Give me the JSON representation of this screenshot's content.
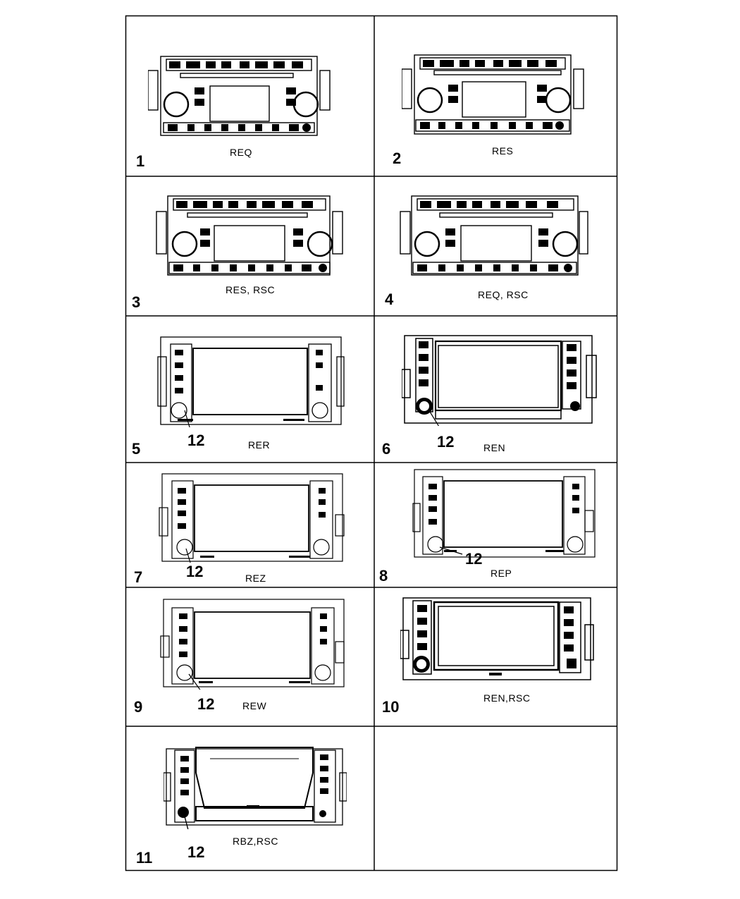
{
  "panels": [
    {
      "index": "1",
      "codes": "REQ"
    },
    {
      "index": "2",
      "codes": "RES"
    },
    {
      "index": "3",
      "codes": "RES, RSC"
    },
    {
      "index": "4",
      "codes": "REQ, RSC"
    },
    {
      "index": "5",
      "codes": "RER",
      "callout": "12"
    },
    {
      "index": "6",
      "codes": "REN",
      "callout": "12"
    },
    {
      "index": "7",
      "codes": "REZ",
      "callout": "12"
    },
    {
      "index": "8",
      "codes": "REP",
      "callout": "12"
    },
    {
      "index": "9",
      "codes": "REW",
      "callout": "12"
    },
    {
      "index": "10",
      "codes": "REN,RSC"
    },
    {
      "index": "11",
      "codes": "RBZ,RSC",
      "callout": "12"
    }
  ],
  "colors": {
    "line": "#000000",
    "background": "#ffffff",
    "screen_dark": "#111111"
  }
}
